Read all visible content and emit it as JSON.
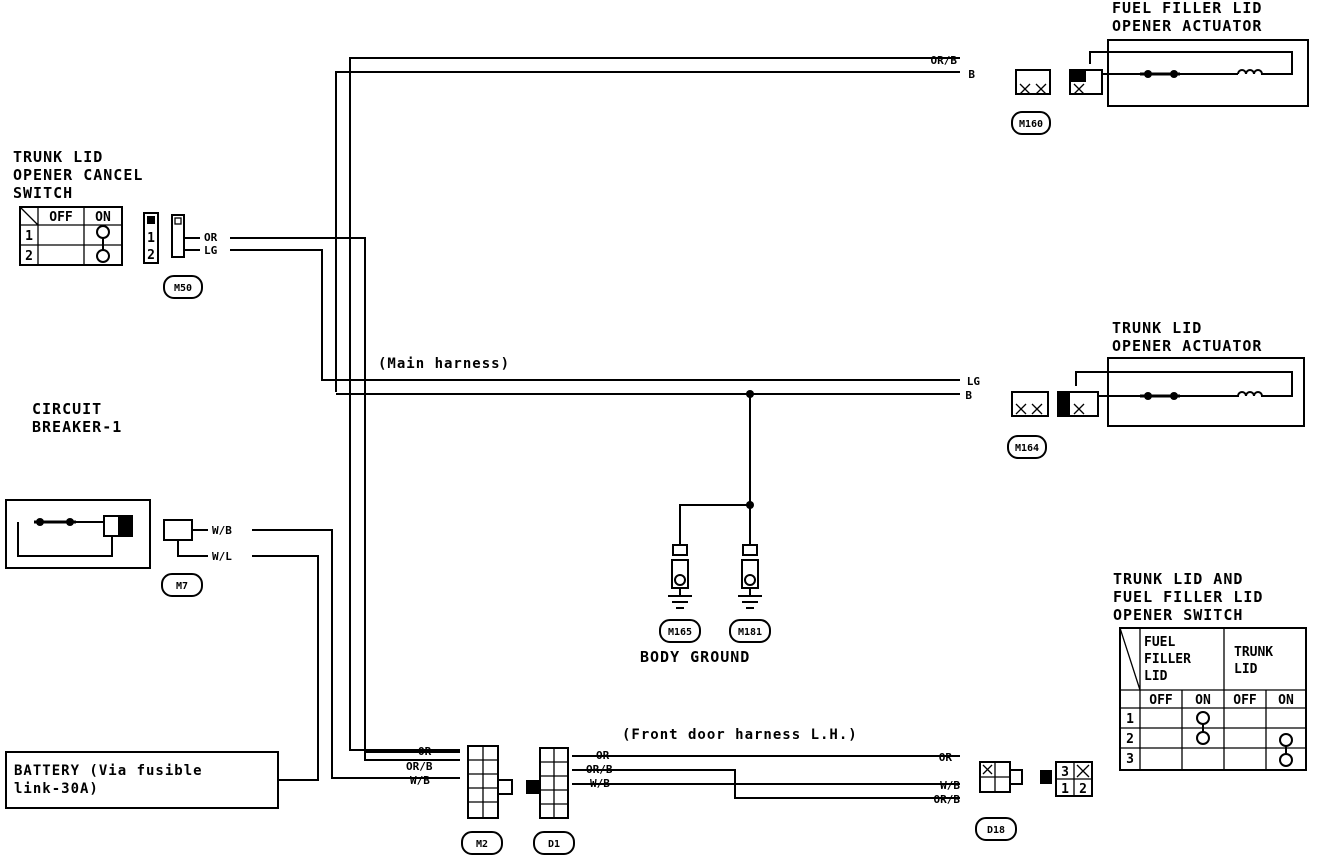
{
  "components": {
    "fuel_filler_actuator": {
      "line1": "FUEL FILLER LID",
      "line2": "OPENER ACTUATOR",
      "wires": [
        "OR/B",
        "B"
      ],
      "connector": "M160"
    },
    "trunk_actuator": {
      "line1": "TRUNK LID",
      "line2": "OPENER ACTUATOR",
      "wires": [
        "LG",
        "B"
      ],
      "connector": "M164"
    },
    "cancel_switch": {
      "line1": "TRUNK LID",
      "line2": "OPENER CANCEL",
      "line3": "SWITCH",
      "wires": [
        "OR",
        "LG"
      ],
      "connector": "M50",
      "pins": [
        "1",
        "2"
      ],
      "table": {
        "headers": [
          "OFF",
          "ON"
        ],
        "rows": [
          "1",
          "2"
        ]
      }
    },
    "circuit_breaker": {
      "line1": "CIRCUIT",
      "line2": "BREAKER-1",
      "wires": [
        "W/B",
        "W/L"
      ],
      "connector": "M7"
    },
    "battery": {
      "line1": "BATTERY (Via fusible",
      "line2": "link-30A)"
    },
    "ground": {
      "connectors": [
        "M165",
        "M181"
      ],
      "label": "BODY GROUND"
    },
    "opener_switch": {
      "line1": "TRUNK LID AND",
      "line2": "FUEL FILLER LID",
      "line3": "OPENER SWITCH",
      "group1": [
        "FUEL",
        "FILLER",
        "LID"
      ],
      "group2": [
        "TRUNK",
        "LID"
      ],
      "subheaders": [
        "OFF",
        "ON",
        "OFF",
        "ON"
      ],
      "rows": [
        "1",
        "2",
        "3"
      ],
      "pins": [
        "3",
        "1",
        "2"
      ],
      "connector": "D18",
      "wires": [
        "OR",
        "W/B",
        "OR/B"
      ]
    },
    "m2": {
      "connector": "M2",
      "wires": [
        "OR",
        "OR/B",
        "W/B"
      ]
    },
    "d1": {
      "connector": "D1",
      "wires": [
        "OR",
        "OR/B",
        "W/B"
      ]
    }
  },
  "harness": {
    "main": "(Main harness)",
    "front_door": "(Front door harness L.H.)"
  }
}
